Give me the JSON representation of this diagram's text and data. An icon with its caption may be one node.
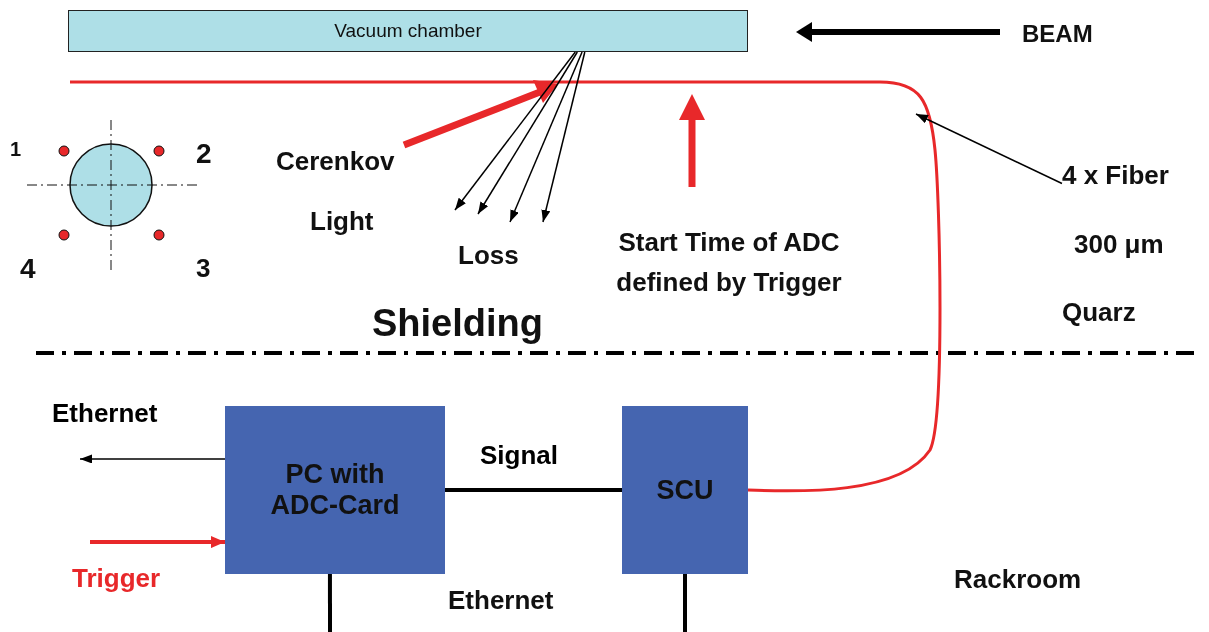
{
  "diagram": {
    "nodes": [
      {
        "text": [
          "Vacuum chamber"
        ]
      },
      {
        "text": [],
        "shape": "circle"
      },
      {
        "text": [
          "SCU"
        ]
      },
      {
        "text": [
          "PC with ADC-Card"
        ]
      },
      {
        "text": [
          "4 x Fiber",
          "300 μm",
          "Quarz"
        ]
      }
    ],
    "edges": [
      {
        "from": 3,
        "to": 2,
        "arrow": "none",
        "label": "Signal",
        "style": "thick"
      },
      {
        "from": 3,
        "to": null,
        "arrow": "to",
        "label": "Ethernet"
      },
      {
        "from": null,
        "to": 3,
        "arrow": "to",
        "label": "Trigger",
        "color": "#e8282a",
        "style": "thick"
      },
      {
        "from": 2,
        "to": null,
        "arrow": "none",
        "color": "#e8282a"
      },
      {
        "from": 4,
        "to": null,
        "arrow": "to"
      },
      {
        "from": 0,
        "to": null,
        "arrow": "to"
      },
      {
        "from": 0,
        "to": null,
        "arrow": "to"
      },
      {
        "from": 0,
        "to": null,
        "arrow": "to"
      },
      {
        "from": 0,
        "to": null,
        "arrow": "to"
      },
      {
        "from": 3,
        "to": null,
        "arrow": "none",
        "style": "thick"
      },
      {
        "from": 2,
        "to": null,
        "arrow": "none",
        "style": "thick"
      }
    ],
    "labels": [
      "BEAM",
      "1",
      "2",
      "Cerenkov",
      "Light",
      "4",
      "3",
      "Loss",
      "Start Time of ADC defined by Trigger",
      "Shielding",
      "Ethernet",
      "Rackroom"
    ]
  }
}
